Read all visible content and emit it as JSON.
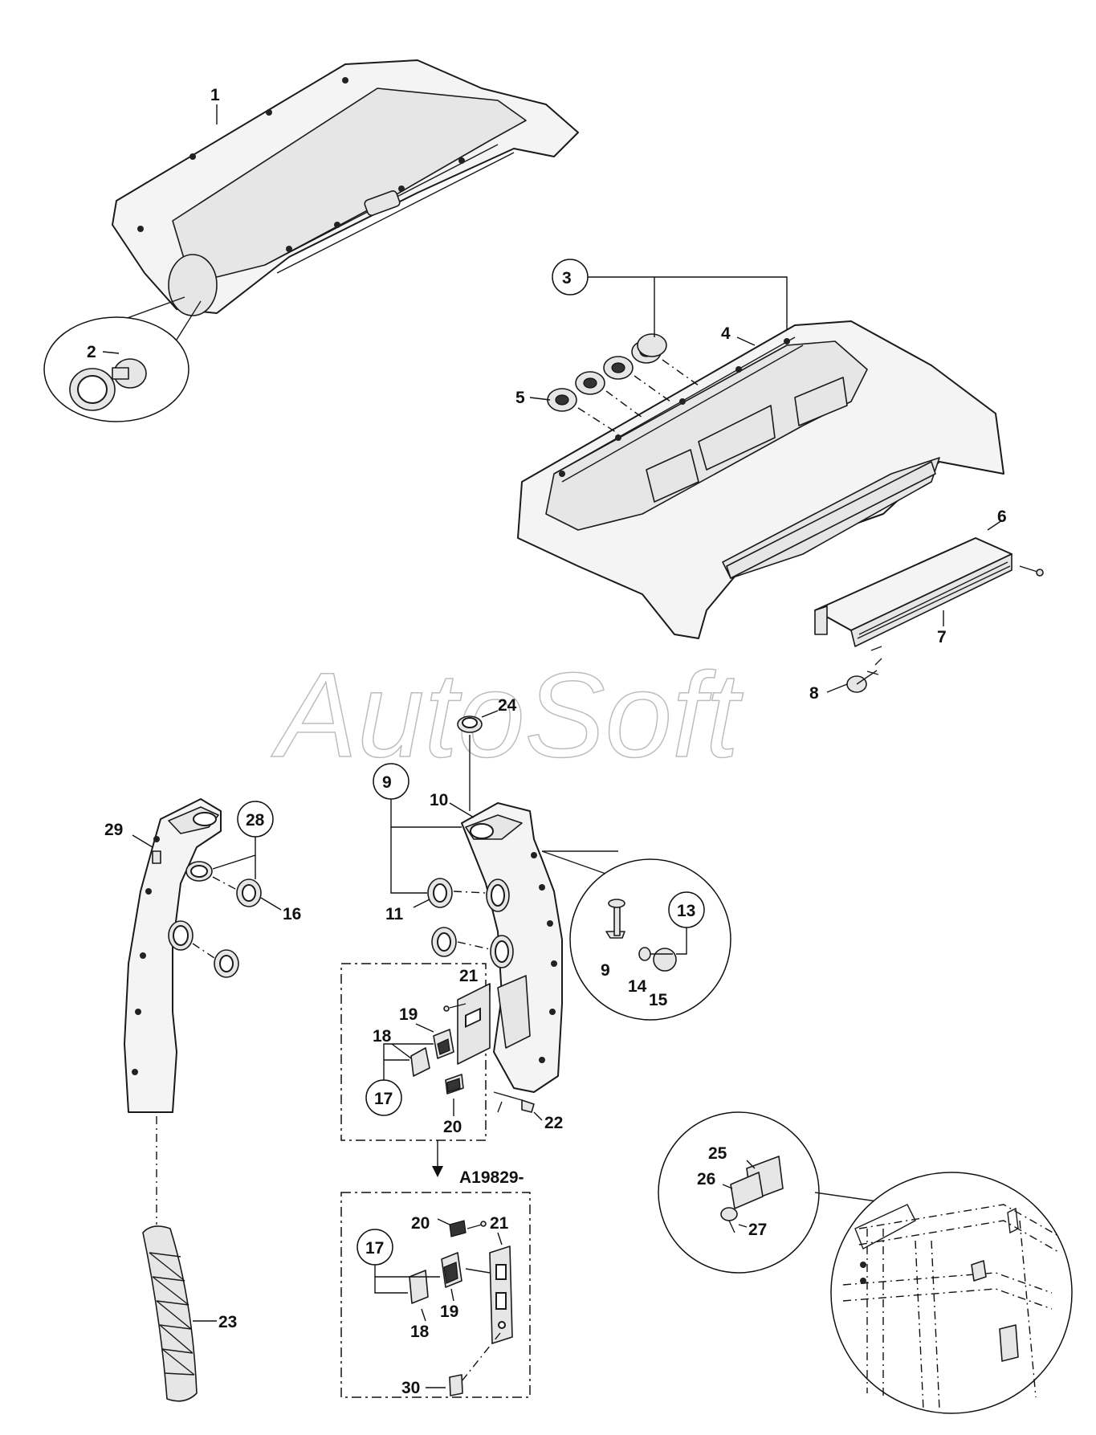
{
  "watermark": "AutoSoft",
  "reference_code": "A19829-",
  "callouts": {
    "c1": "1",
    "c2": "2",
    "c3": "3",
    "c4": "4",
    "c5": "5",
    "c6": "6",
    "c7": "7",
    "c8": "8",
    "c9a": "9",
    "c9b": "9",
    "c10": "10",
    "c11": "11",
    "c13": "13",
    "c14": "14",
    "c15": "15",
    "c16": "16",
    "c17a": "17",
    "c17b": "17",
    "c18a": "18",
    "c18b": "18",
    "c19a": "19",
    "c19b": "19",
    "c20a": "20",
    "c20b": "20",
    "c21a": "21",
    "c21b": "21",
    "c22": "22",
    "c23": "23",
    "c24": "24",
    "c25": "25",
    "c26": "26",
    "c27": "27",
    "c28": "28",
    "c29": "29",
    "c30": "30"
  }
}
